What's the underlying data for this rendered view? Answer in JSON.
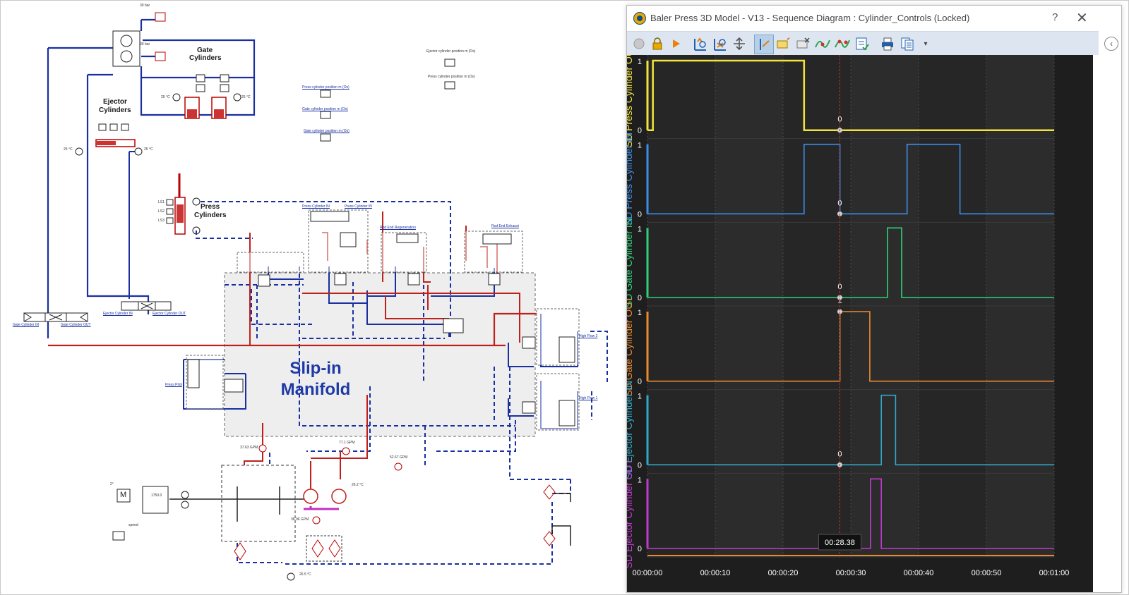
{
  "schematic": {
    "manifold_title_line1": "Slip-in",
    "manifold_title_line2": "Manifold",
    "labels": {
      "gate_cylinders_1": "Gate",
      "gate_cylinders_2": "Cylinders",
      "ejector_cylinders_1": "Ejector",
      "ejector_cylinders_2": "Cylinders",
      "press_cylinders_1": "Press",
      "press_cylinders_2": "Cylinders"
    },
    "links": {
      "gate_cylinder_in": "Gate Cylinder IN",
      "gate_cylinder_out": "Gate Cylinder OUT",
      "ejector_cylinder_in": "Ejector Cylinder IN",
      "ejector_cylinder_out": "Ejector Cylinder OUT",
      "press_cylinder_pos_1": "Press cylinder position m (Os)",
      "ejector_cylinder_pos": "Ejector cylinder position m (Os)",
      "gate_cylinder_pos_1": "Gate cylinder position m (Os)",
      "press_cylinder_pos_2": "Press cylinder position m (Os)",
      "gate_cylinder_pos_2": "Gate cylinder position m (Os)",
      "press_cylinder_in": "Press Cylinder IN",
      "press_cylinder_out": "Press Cylinder IN",
      "rod_end_regen": "Rod End Regeneration",
      "rod_end_exhaust": "Rod End Exhaust",
      "high_flow_2": "High Flow 2",
      "high_flow_1": "High Flow 1",
      "press_pilot": "Press Pilot"
    },
    "small_text": {
      "bar30": "30 bar",
      "bar30b": "30 bar",
      "temp25a": "25 °C",
      "temp25b": "25 °C",
      "temp25c": "25 °C",
      "temp25d": "25 °C",
      "temp25e": "26.5 °C",
      "temp26": "26.2 °C",
      "gpm1": "37.63 GPM",
      "gpm2": "77.1 GPM",
      "gpm3": "52.67 GPM",
      "gpm4": "36.96 GPM",
      "speed": "speed",
      "rpm": "1750.0",
      "m_label": "M",
      "two": "2°",
      "ls1": "LS1",
      "ls2": "LS2",
      "ls3": "LS3"
    }
  },
  "window": {
    "title": "Baler Press 3D Model - V13 - Sequence Diagram : Cylinder_Controls  (Locked)",
    "help": "?",
    "close": "✕",
    "collapse": "‹"
  },
  "toolbar": {
    "buttons": [
      "record",
      "lock",
      "play",
      "fit-y",
      "fit-x",
      "zoom",
      "cursor",
      "annotate",
      "delete-annotation",
      "curve-a",
      "curve-b",
      "checklist",
      "print",
      "copy",
      "more"
    ]
  },
  "cursor": {
    "time_label": "00:28.38",
    "time_s": 28.38
  },
  "chart_data": {
    "type": "line",
    "x_ticks": [
      "00:00:00",
      "00:00:10",
      "00:00:20",
      "00:00:30",
      "00:00:40",
      "00:00:50",
      "00:01:00"
    ],
    "xlim": [
      0,
      60
    ],
    "grid": true,
    "series": [
      {
        "name": "SD Press Cylinder OUT",
        "color": "#f3e33a",
        "x": [
          0,
          0.8,
          0.8,
          1.1,
          1.1,
          23.1,
          23.1,
          60
        ],
        "y": [
          0,
          0,
          1,
          1,
          1,
          1,
          0,
          0
        ],
        "cursor_value": "0",
        "ylabels": [
          "1",
          "0"
        ]
      },
      {
        "name": "SD Press Cylinder IN",
        "color": "#3b8ee8",
        "x": [
          0,
          23.1,
          23.1,
          28.4,
          28.4,
          38.3,
          38.3,
          46.1,
          46.1,
          60
        ],
        "y": [
          0,
          0,
          1,
          1,
          0,
          0,
          1,
          1,
          0,
          0
        ],
        "cursor_value": "0",
        "ylabels": [
          "1",
          "0"
        ]
      },
      {
        "name": "SD Gate Cylinder IN",
        "color": "#2fd07a",
        "x": [
          0,
          35.4,
          35.4,
          37.5,
          37.5,
          60
        ],
        "y": [
          0,
          0,
          1,
          1,
          0,
          0
        ],
        "cursor_value": "0",
        "ylabels": [
          "1",
          "0"
        ]
      },
      {
        "name": "SD Gate Cylinder OUT",
        "color": "#e88a30",
        "x": [
          0,
          28.4,
          28.4,
          32.8,
          32.8,
          60
        ],
        "y": [
          0,
          0,
          1,
          1,
          0,
          0
        ],
        "cursor_value": "1",
        "ylabels": [
          "1",
          "0"
        ]
      },
      {
        "name": "SD Ejector Cylinder IN",
        "color": "#2ea9c9",
        "x": [
          0,
          34.5,
          34.5,
          36.6,
          36.6,
          60
        ],
        "y": [
          0,
          0,
          1,
          1,
          0,
          0
        ],
        "cursor_value": "0",
        "ylabels": [
          "1",
          "0"
        ]
      },
      {
        "name": "SD Ejector Cylinder OUT",
        "color": "#c03ad0",
        "x": [
          0,
          32.9,
          32.9,
          34.5,
          34.5,
          60
        ],
        "y": [
          0,
          0,
          1,
          1,
          0,
          0
        ],
        "cursor_value": "",
        "ylabels": [
          "1",
          "0"
        ]
      }
    ]
  }
}
